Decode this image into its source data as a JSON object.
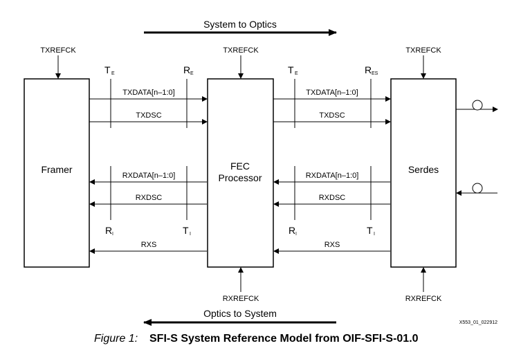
{
  "direction": {
    "top": "System to Optics",
    "bottom": "Optics to System"
  },
  "blocks": {
    "framer": "Framer",
    "fec_line1": "FEC",
    "fec_line2": "Processor",
    "serdes": "Serdes"
  },
  "clocks": {
    "tx": "TXREFCK",
    "rx": "RXREFCK"
  },
  "reference_points": {
    "T": "T",
    "R": "R",
    "sub_E": "E",
    "sub_ES": "ES",
    "sub_I": "I"
  },
  "signals": {
    "txdata": "TXDATA[n–1:0]",
    "txdsc": "TXDSC",
    "rxdata": "RXDATA[n–1:0]",
    "rxdsc": "RXDSC",
    "rxs": "RXS"
  },
  "figure_id": "X553_01_022912",
  "caption": {
    "figure": "Figure 1:",
    "title": "SFI-S System Reference Model from OIF-SFI-S-01.0"
  }
}
